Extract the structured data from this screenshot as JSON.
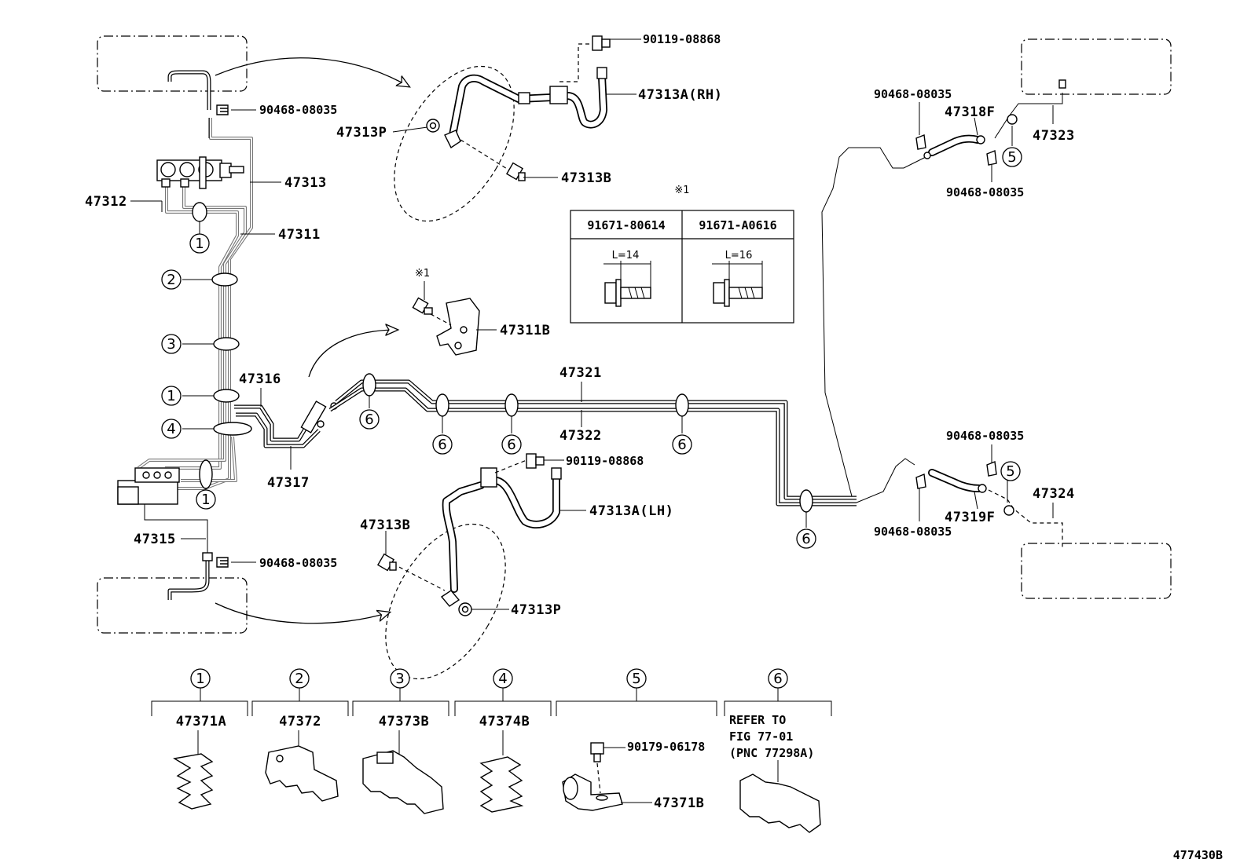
{
  "labels": {
    "p90119_08868_top": "90119-08868",
    "p47313A_RH": "47313A(RH)",
    "p90468_08035_tl": "90468-08035",
    "p47313P_top": "47313P",
    "p47313B_top": "47313B",
    "p47313": "47313",
    "p47312": "47312",
    "p47311": "47311",
    "p47311B": "47311B",
    "p47316": "47316",
    "p47321": "47321",
    "p47322": "47322",
    "p47317": "47317",
    "p90119_08868_mid": "90119-08868",
    "p47313A_LH": "47313A(LH)",
    "p47313B_bot": "47313B",
    "p47315": "47315",
    "p90468_08035_bl": "90468-08035",
    "p47313P_bot": "47313P",
    "p90468_08035_tr1": "90468-08035",
    "p47318F": "47318F",
    "p47323": "47323",
    "p90468_08035_tr2": "90468-08035",
    "p90468_08035_br1": "90468-08035",
    "p47324": "47324",
    "p47319F": "47319F",
    "p90468_08035_br2": "90468-08035",
    "p90179_06178": "90179-06178",
    "p47371B": "47371B",
    "figure_id": "477430B"
  },
  "note_mark": "※1",
  "bolt_table": {
    "title": "※1",
    "columns": [
      {
        "part": "91671-80614",
        "length": "L=14"
      },
      {
        "part": "91671-A0616",
        "length": "L=16"
      }
    ]
  },
  "callouts": [
    "1",
    "2",
    "3",
    "4",
    "5",
    "6"
  ],
  "legend": [
    {
      "num": "1",
      "part": "47371A"
    },
    {
      "num": "2",
      "part": "47372"
    },
    {
      "num": "3",
      "part": "47373B"
    },
    {
      "num": "4",
      "part": "47374B"
    },
    {
      "num": "5",
      "part": ""
    },
    {
      "num": "6",
      "refer": [
        "REFER TO",
        "FIG 77-01",
        "(PNC 77298A)"
      ]
    }
  ]
}
